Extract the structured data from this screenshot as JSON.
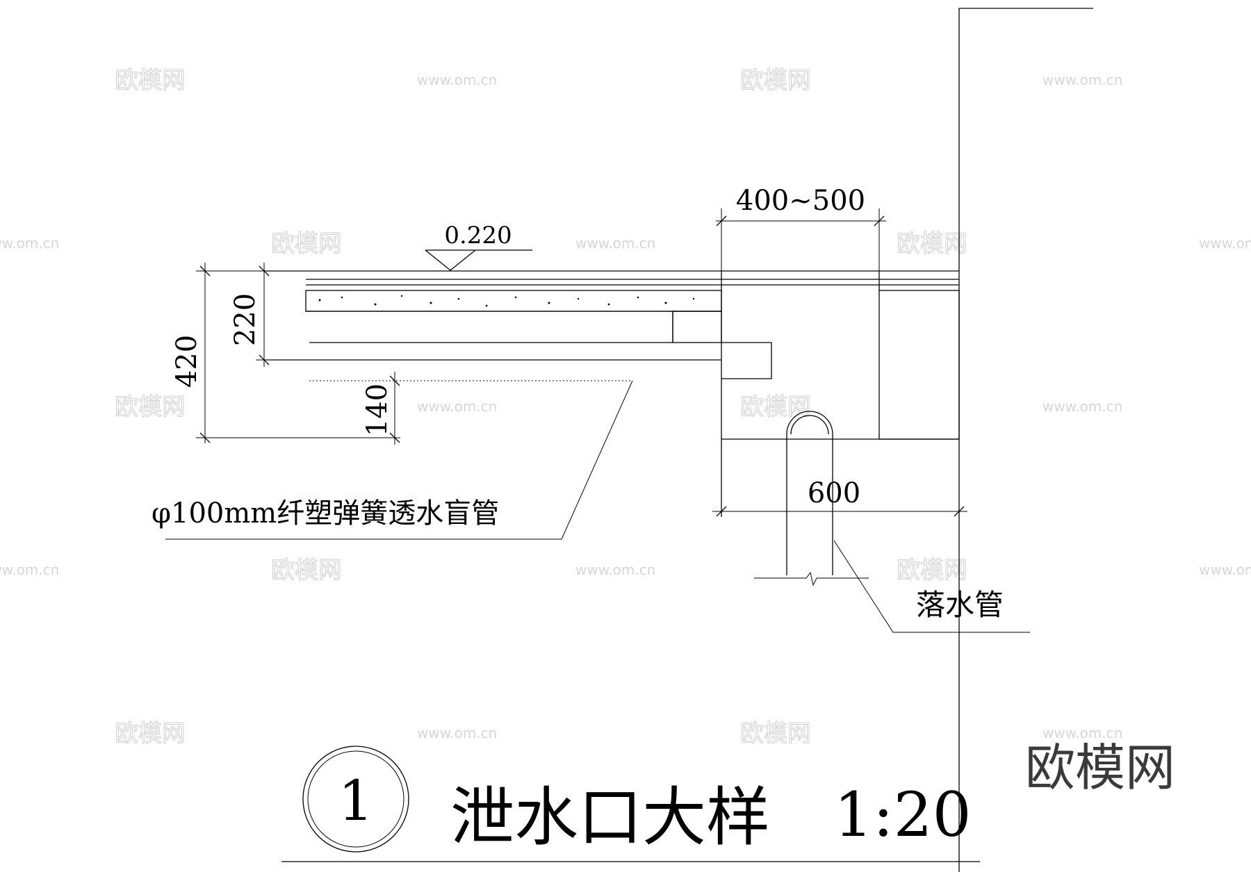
{
  "watermarks": {
    "brand": "欧模网",
    "url": "www.om.cn"
  },
  "logo": {
    "text": "欧模网"
  },
  "drawing": {
    "level_mark": "0.220",
    "dimensions": {
      "outlet_width": "400~500",
      "total_height": "420",
      "slab_height": "220",
      "pipe_height": "140",
      "gutter_width": "600"
    },
    "leaders": {
      "blind_pipe": "φ100mm纤塑弹簧透水盲管",
      "downpipe": "落水管"
    },
    "title": {
      "number": "1",
      "name": "泄水口大样",
      "scale": "1:20"
    }
  }
}
